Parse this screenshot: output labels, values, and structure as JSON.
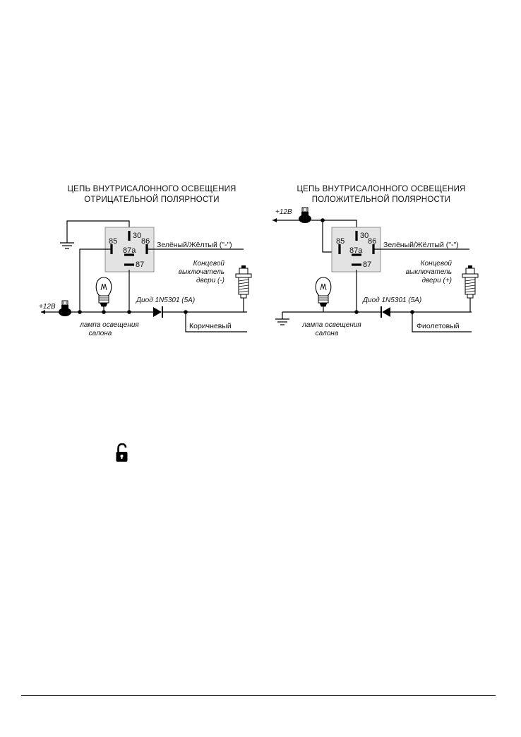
{
  "left_circuit": {
    "title_line1": "ЦЕПЬ ВНУТРИСАЛОННОГО ОСВЕЩЕНИЯ",
    "title_line2": "ОТРИЦАТЕЛЬНОЙ ПОЛЯРНОСТИ",
    "pins": {
      "p30": "30",
      "p85": "85",
      "p86": "86",
      "p87a": "87a",
      "p87": "87"
    },
    "wire_86_label": "Зелёный/Жёлтый (\"-\")",
    "switch_label_line1": "Концевой",
    "switch_label_line2": "выключатель",
    "switch_label_line3": "двери (-)",
    "power_label": "+12В",
    "diode_label": "Диод 1N5301 (5A)",
    "lamp_label_line1": "лампа освещения",
    "lamp_label_line2": "салона",
    "wire_label": "Коричневый"
  },
  "right_circuit": {
    "title_line1": "ЦЕПЬ ВНУТРИСАЛОННОГО ОСВЕЩЕНИЯ",
    "title_line2": "ПОЛОЖИТЕЛЬНОЙ ПОЛЯРНОСТИ",
    "pins": {
      "p30": "30",
      "p85": "85",
      "p86": "86",
      "p87a": "87a",
      "p87": "87"
    },
    "wire_86_label": "Зелёный/Жёлтый (\"-\")",
    "switch_label_line1": "Концевой",
    "switch_label_line2": "выключатель",
    "switch_label_line3": "двери (+)",
    "power_label": "+12В",
    "diode_label": "Диод 1N5301 (5A)",
    "lamp_label_line1": "лампа освещения",
    "lamp_label_line2": "салона",
    "wire_label": "Фиолетовый"
  },
  "icons": {
    "lock": "lock-open-icon"
  }
}
